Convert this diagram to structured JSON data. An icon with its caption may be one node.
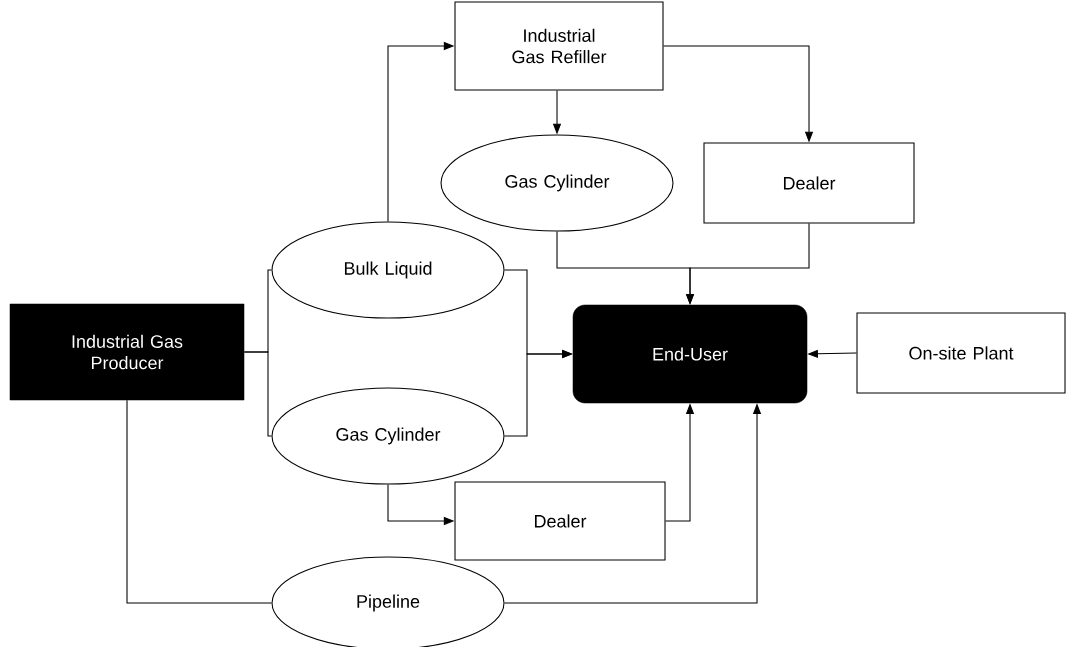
{
  "diagram": {
    "nodes": [
      {
        "text": [
          "Industrial Gas Refiller"
        ]
      },
      {
        "text": [
          "Gas Cylinder"
        ]
      },
      {
        "text": [
          "Dealer"
        ]
      },
      {
        "text": [
          "Bulk Liquid"
        ]
      },
      {
        "text": [
          "Industrial Gas Producer"
        ]
      },
      {
        "text": [
          "End-User"
        ]
      },
      {
        "text": [
          "On-site Plant"
        ]
      },
      {
        "text": [
          "Gas Cylinder"
        ]
      },
      {
        "text": [
          "Dealer"
        ]
      },
      {
        "text": [
          "Pipeline"
        ]
      }
    ],
    "edges": [
      {
        "from": 4,
        "to": 3,
        "arrow": "none"
      },
      {
        "from": 4,
        "to": 7,
        "arrow": "none"
      },
      {
        "from": 3,
        "to": 0,
        "arrow": "to"
      },
      {
        "from": 0,
        "to": 1,
        "arrow": "to"
      },
      {
        "from": 0,
        "to": 2,
        "arrow": "to"
      },
      {
        "from": 1,
        "to": 5,
        "arrow": "to"
      },
      {
        "from": 2,
        "to": 5,
        "arrow": "to"
      },
      {
        "from": 3,
        "to": 5,
        "arrow": "to"
      },
      {
        "from": 7,
        "to": 5,
        "arrow": "to"
      },
      {
        "from": 6,
        "to": 5,
        "arrow": "to"
      },
      {
        "from": 7,
        "to": 8,
        "arrow": "to"
      },
      {
        "from": 8,
        "to": 5,
        "arrow": "to"
      },
      {
        "from": 4,
        "to": 9,
        "arrow": "none"
      },
      {
        "from": 9,
        "to": 5,
        "arrow": "to"
      }
    ]
  }
}
